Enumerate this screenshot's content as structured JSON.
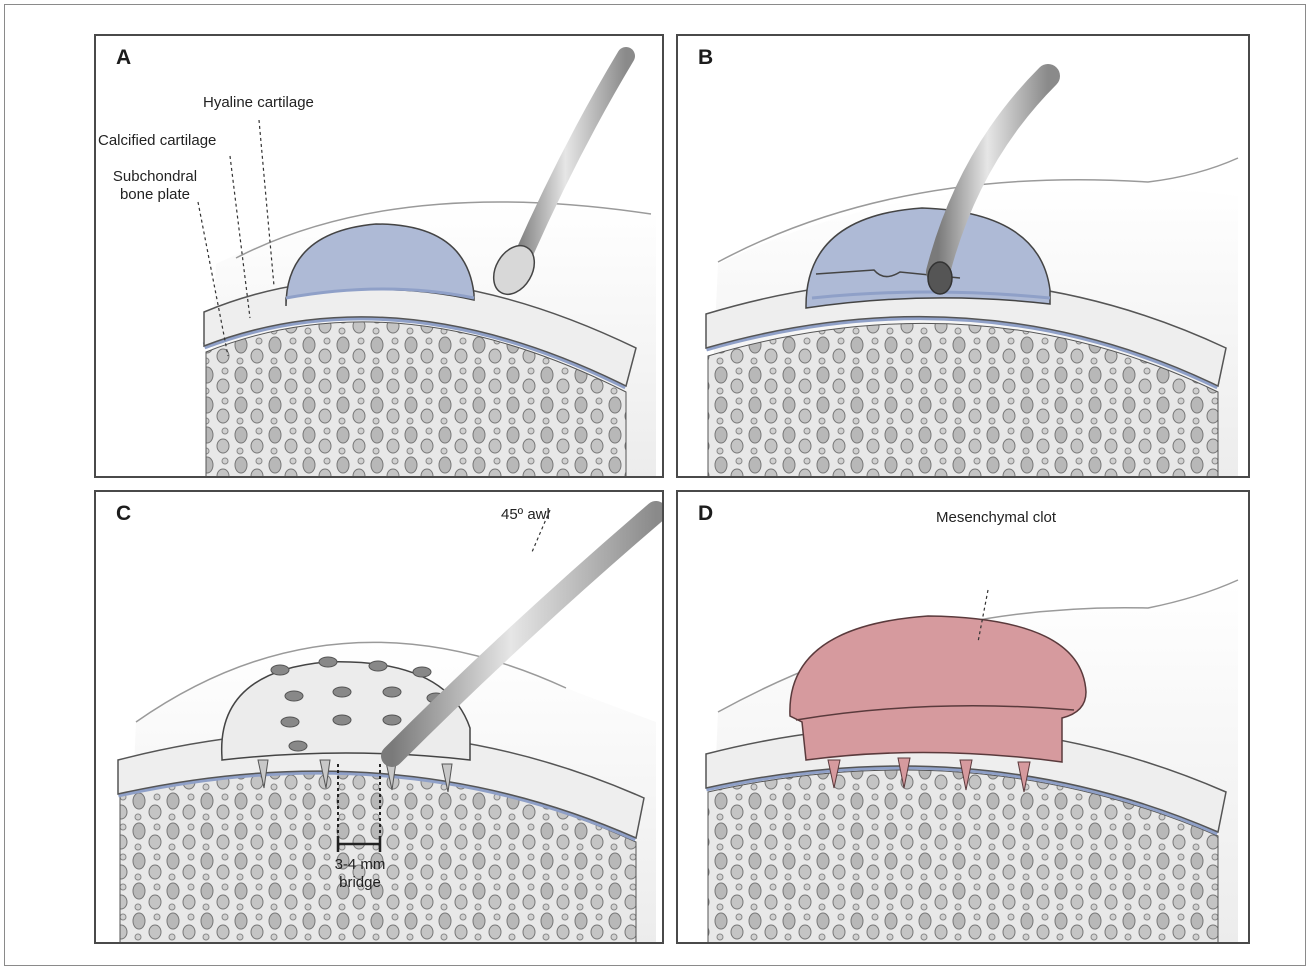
{
  "panels": {
    "a": {
      "letter": "A",
      "labels": {
        "hyaline": "Hyaline cartilage",
        "calcified": "Calcified cartilage",
        "subchondral_line1": "Subchondral",
        "subchondral_line2": "bone plate"
      }
    },
    "b": {
      "letter": "B"
    },
    "c": {
      "letter": "C",
      "labels": {
        "awl": "45º awl",
        "bridge_line1": "3-4 mm",
        "bridge_line2": "bridge"
      }
    },
    "d": {
      "letter": "D",
      "labels": {
        "clot": "Mesenchymal clot"
      }
    }
  },
  "colors": {
    "hyaline_defect": "#aebad6",
    "subchondral_line": "#8fa0c8",
    "mesenchymal_clot": "#d69a9e",
    "outline": "#3a3a3a"
  }
}
